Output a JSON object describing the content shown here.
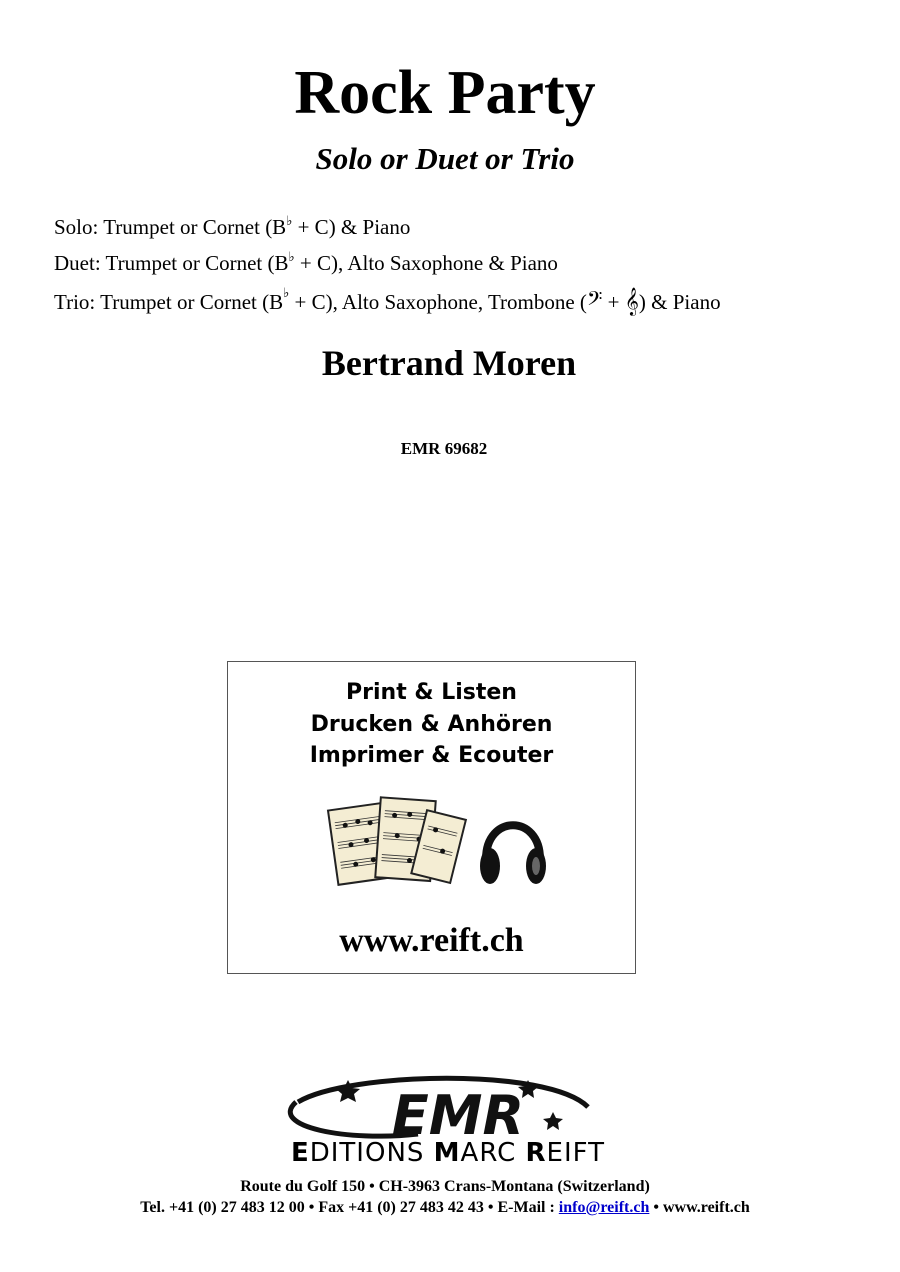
{
  "title": "Rock Party",
  "subtitle": "Solo or Duet or Trio",
  "instrumentation": {
    "solo": {
      "prefix": "Solo: Trumpet or Cornet (B",
      "flat": "♭",
      "suffix": " + C)  & Piano"
    },
    "duet": {
      "prefix": "Duet: Trumpet or Cornet (B",
      "flat": "♭",
      "suffix": " + C), Alto Saxophone & Piano"
    },
    "trio": {
      "prefix": "Trio: Trumpet or Cornet (B",
      "flat": "♭",
      "middle": " + C), Alto Saxophone, Trombone (",
      "bass_clef": "𝄢",
      "plus": " + ",
      "treble_clef": "𝄞",
      "suffix": ") & Piano"
    }
  },
  "composer": "Bertrand Moren",
  "catalog_number": "EMR 69682",
  "promo": {
    "line_en": "Print & Listen",
    "line_de": "Drucken & Anhören",
    "line_fr": "Imprimer & Ecouter",
    "icons": [
      "sheet-music-icon",
      "headphones-icon"
    ],
    "url": "www.reift.ch"
  },
  "publisher": {
    "logo_text": "EMR",
    "name_part1": "E",
    "name_part2": "DITIONS ",
    "name_part3": "M",
    "name_part4": "ARC ",
    "name_part5": "R",
    "name_part6": "EIFT",
    "address": "Route du Golf 150 • CH-3963 Crans-Montana (Switzerland)",
    "contact_prefix": "Tel. +41 (0) 27 483 12 00 • Fax +41 (0) 27 483 42 43 • E-Mail : ",
    "email": "info@reift.ch",
    "contact_suffix": " • www.reift.ch"
  }
}
